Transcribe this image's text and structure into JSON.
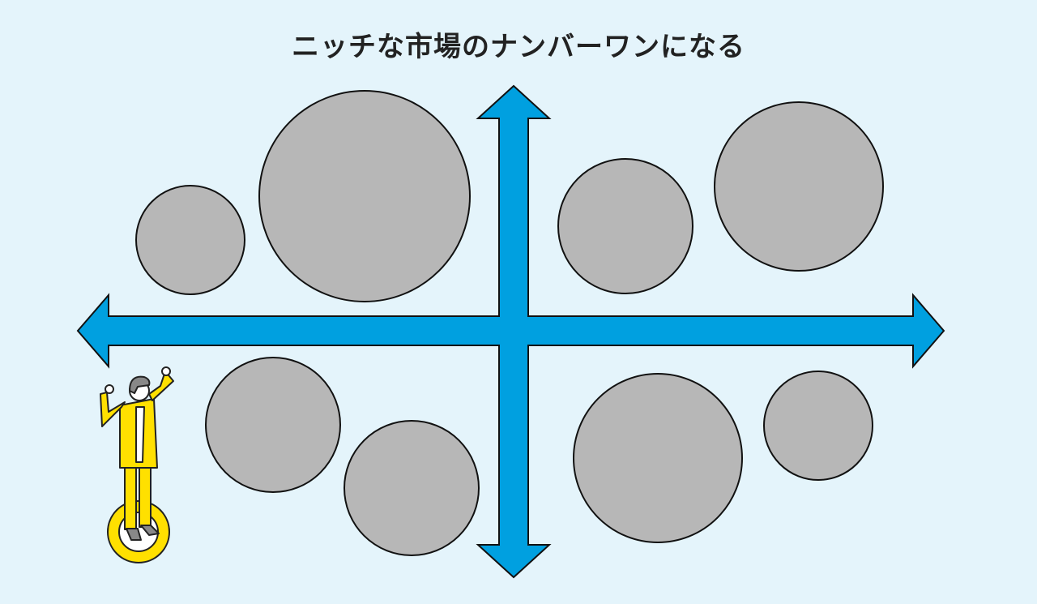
{
  "title": "ニッチな市場のナンバーワンになる",
  "colors": {
    "background": "#e4f4fb",
    "arrow": "#00a0e0",
    "circle": "#b7b7b7",
    "suit": "#ffe000"
  },
  "markets": [
    {
      "quadrant": "top-left",
      "size": "small"
    },
    {
      "quadrant": "top-left",
      "size": "large"
    },
    {
      "quadrant": "top-right",
      "size": "medium"
    },
    {
      "quadrant": "top-right",
      "size": "large"
    },
    {
      "quadrant": "bottom-left",
      "size": "medium"
    },
    {
      "quadrant": "bottom-left",
      "size": "medium"
    },
    {
      "quadrant": "bottom-right",
      "size": "large"
    },
    {
      "quadrant": "bottom-right",
      "size": "small"
    }
  ]
}
